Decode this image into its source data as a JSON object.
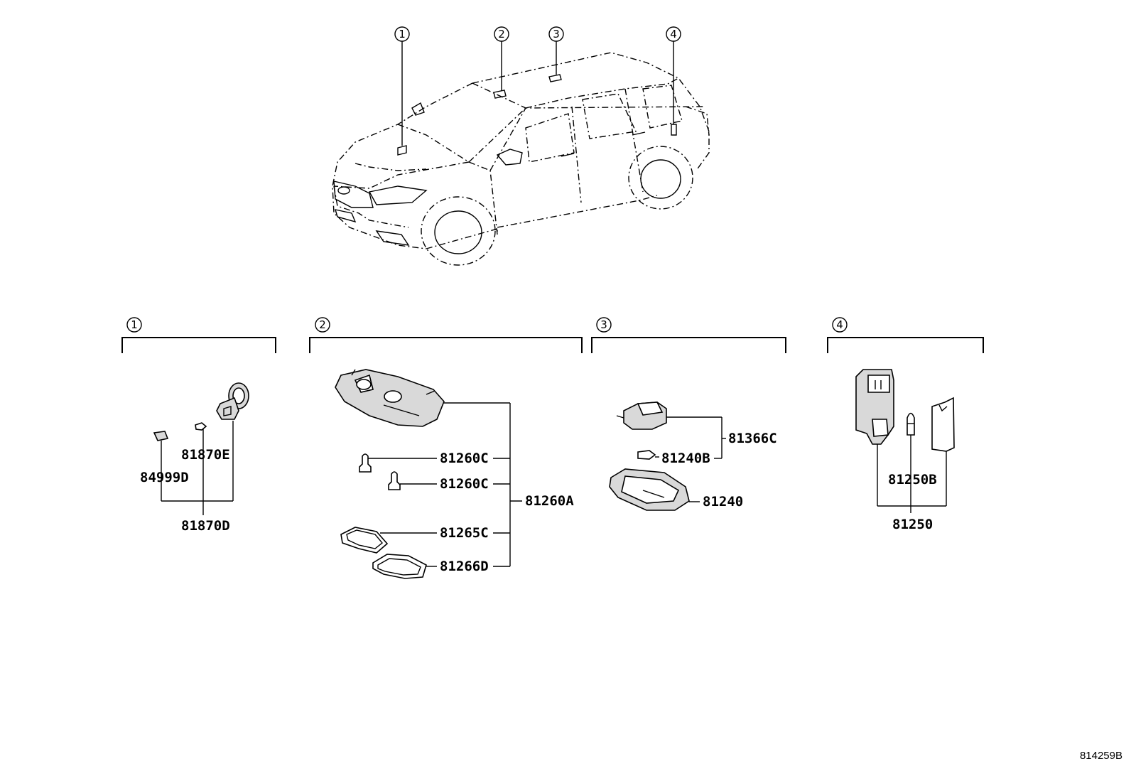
{
  "callouts": [
    "1",
    "2",
    "3",
    "4"
  ],
  "groups": {
    "g1": {
      "number": "1",
      "parts": [
        "81870E",
        "84999D",
        "81870D"
      ]
    },
    "g2": {
      "number": "2",
      "parts": [
        "81260C",
        "81260C",
        "81260A",
        "81265C",
        "81266D"
      ]
    },
    "g3": {
      "number": "3",
      "parts": [
        "81366C",
        "81240B",
        "81240"
      ]
    },
    "g4": {
      "number": "4",
      "parts": [
        "81250B",
        "81250"
      ]
    }
  },
  "reference": "814259B"
}
